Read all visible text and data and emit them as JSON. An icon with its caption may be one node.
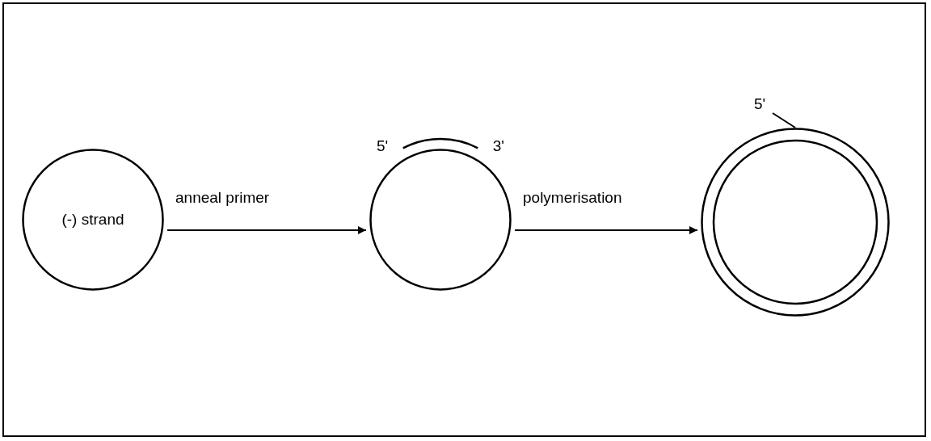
{
  "diagram": {
    "nodes": [
      {
        "text": [
          "(-) strand"
        ]
      },
      {
        "text": [],
        "shape": "circle"
      },
      {
        "text": [],
        "shape": "circle"
      },
      {
        "text": [
          "5'",
          "3'"
        ]
      }
    ],
    "edges": [
      {
        "from": 0,
        "to": 1,
        "arrow": "to",
        "label": "anneal primer"
      },
      {
        "from": 1,
        "to": 2,
        "arrow": "to",
        "label": "polymerisation"
      }
    ],
    "labels": [
      "5'"
    ]
  }
}
